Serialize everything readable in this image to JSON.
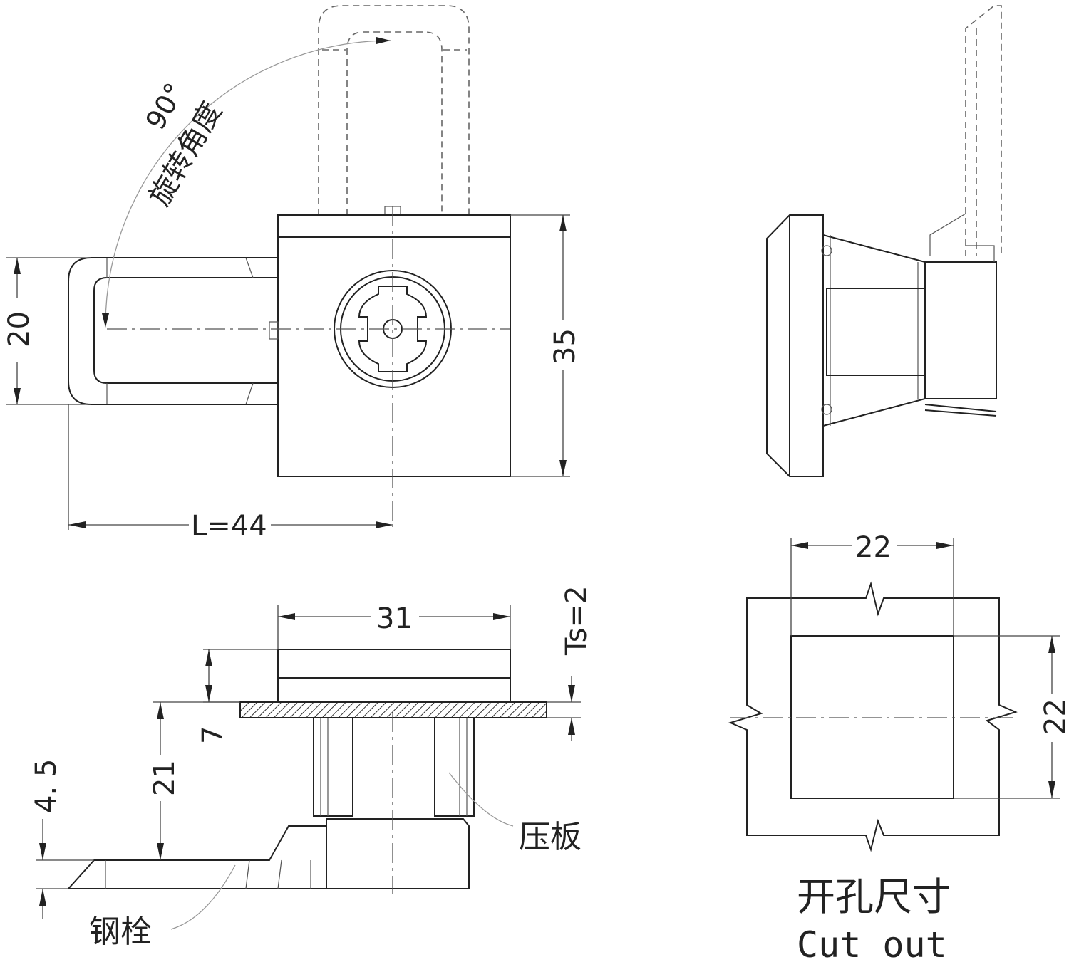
{
  "front_view": {
    "rotation_angle": "90°",
    "rotation_label": "旋转角度",
    "dim_height_left": "20",
    "dim_height_right": "35",
    "dim_length": "L=44"
  },
  "bottom_view": {
    "dim_width": "31",
    "dim_thickness": "Ts=2",
    "dim_7": "7",
    "dim_21": "21",
    "dim_4_5": "4. 5",
    "label_pressure_plate": "压板",
    "label_steel_bolt": "钢栓"
  },
  "cutout_view": {
    "dim_width": "22",
    "dim_height": "22",
    "title_cn": "开孔尺寸",
    "title_en": "Cut out"
  }
}
